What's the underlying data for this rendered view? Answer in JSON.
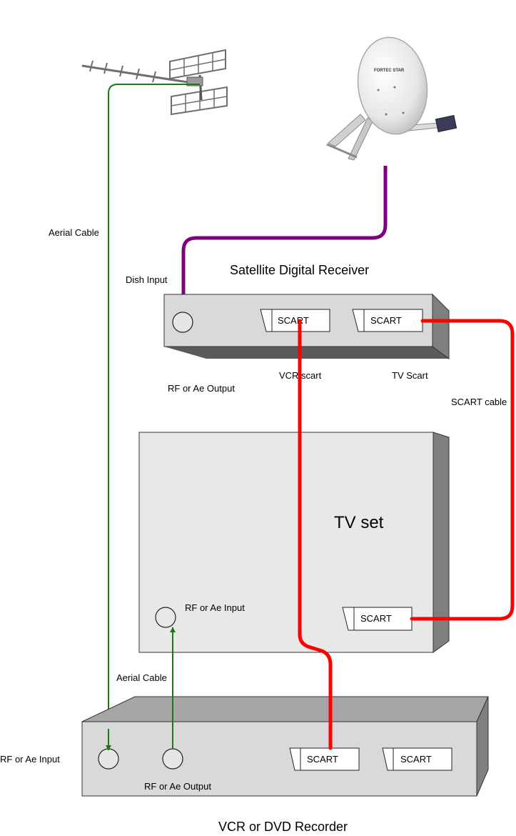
{
  "labels": {
    "aerial_cable_top": "Aerial Cable",
    "aerial_cable_bottom": "Aerial Cable",
    "dish_input": "Dish  Input",
    "satellite_receiver": "Satellite Digital Receiver",
    "rf_output_receiver": "RF or Ae Output",
    "vcr_scart": "VCR scart",
    "tv_scart": "TV Scart",
    "scart_cable": "SCART cable",
    "tv_set": "TV set",
    "rf_input_tv": "RF or Ae Input",
    "rf_input_vcr": "RF or Ae Input",
    "rf_output_vcr": "RF or Ae Output",
    "vcr_recorder": "VCR or DVD Recorder"
  },
  "scart": {
    "receiver_vcr": "SCART",
    "receiver_tv": "SCART",
    "tv": "SCART",
    "vcr_1": "SCART",
    "vcr_2": "SCART"
  },
  "dish_brand": "FORTEC STAR",
  "colors": {
    "aerial_cable": "#1a7a1a",
    "dish_cable": "#800080",
    "scart_cable": "#ff0000",
    "box_front": "#d9d9d9",
    "box_top": "#a6a6a6",
    "box_side": "#808080",
    "tv_front": "#e8e8e8"
  }
}
